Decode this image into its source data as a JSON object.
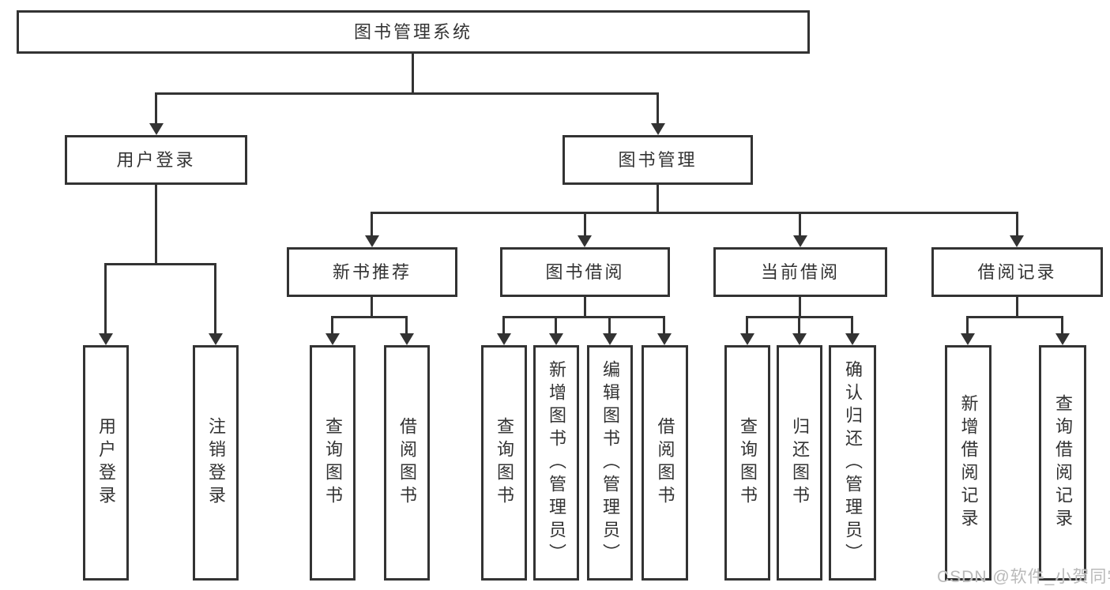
{
  "colors": {
    "line": "#333333",
    "text": "#333333",
    "background": "#ffffff",
    "watermark": "#b9b9b9"
  },
  "watermark": "CSDN @软件_小贺同学",
  "tree": {
    "root": {
      "label": "图书管理系统"
    },
    "branches": [
      {
        "label": "用户登录",
        "children": [
          {
            "label": "用户登录"
          },
          {
            "label": "注销登录"
          }
        ]
      },
      {
        "label": "图书管理",
        "children": [
          {
            "label": "新书推荐",
            "children": [
              {
                "label": "查询图书"
              },
              {
                "label": "借阅图书"
              }
            ]
          },
          {
            "label": "图书借阅",
            "children": [
              {
                "label": "查询图书"
              },
              {
                "label": "新增图书（管理员）"
              },
              {
                "label": "编辑图书（管理员）"
              },
              {
                "label": "借阅图书"
              }
            ]
          },
          {
            "label": "当前借阅",
            "children": [
              {
                "label": "查询图书"
              },
              {
                "label": "归还图书"
              },
              {
                "label": "确认归还（管理员）"
              }
            ]
          },
          {
            "label": "借阅记录",
            "children": [
              {
                "label": "新增借阅记录"
              },
              {
                "label": "查询借阅记录"
              }
            ]
          }
        ]
      }
    ]
  }
}
